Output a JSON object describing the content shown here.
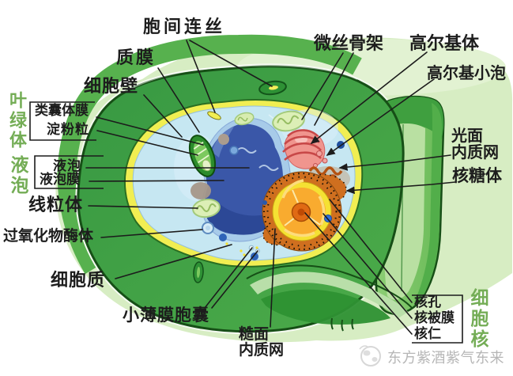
{
  "figure": {
    "kind": "plant-cell-structure-diagram"
  },
  "labels": {
    "plasmodesmata": "胞间连丝",
    "plasma_membrane": "质膜",
    "cell_wall": "细胞壁",
    "chloroplast": "叶绿体",
    "thylakoid_membrane": "类囊体膜",
    "starch_granule": "淀粉粒",
    "vacuole_side": "液泡",
    "vacuole": "液泡",
    "tonoplast": "液泡膜",
    "mitochondrion": "线粒体",
    "peroxisome": "过氧化物酶体",
    "cytoplasm": "细胞质",
    "small_membrane_vesicle": "小薄膜胞囊",
    "rough_er_line1": "糙面",
    "rough_er_line2": "内质网",
    "microfilament_cytoskeleton": "微丝骨架",
    "golgi_body": "高尔基体",
    "golgi_vesicle": "高尔基小泡",
    "smooth_er_line1": "光面",
    "smooth_er_line2": "内质网",
    "ribosome": "核糖体",
    "nuclear_pore": "核孔",
    "nuclear_envelope": "核被膜",
    "nucleolus": "核仁",
    "nucleus": "细胞核"
  },
  "watermark": {
    "text": "东方紫酒紫气东来"
  },
  "colors": {
    "label_text": "#1d1d1d",
    "organ_label_green": "#74ad56",
    "cell_wall_green": "#42a146",
    "adjacent_wall_green": "#7cc464",
    "background_blob": "#d7edc3",
    "membrane_yellow": "#f1ee52",
    "cytosol_blue": "#c6e7f2",
    "vacuole_blue": "#3a57a8",
    "nucleus_orange": "#f9ab2f",
    "nucleolus_orange": "#e06a14",
    "golgi_pink": "#f0958e",
    "er_orange": "#c05a0c",
    "leader_line": "#1c1c1c",
    "watermark_gray": "#b6b6b6"
  }
}
